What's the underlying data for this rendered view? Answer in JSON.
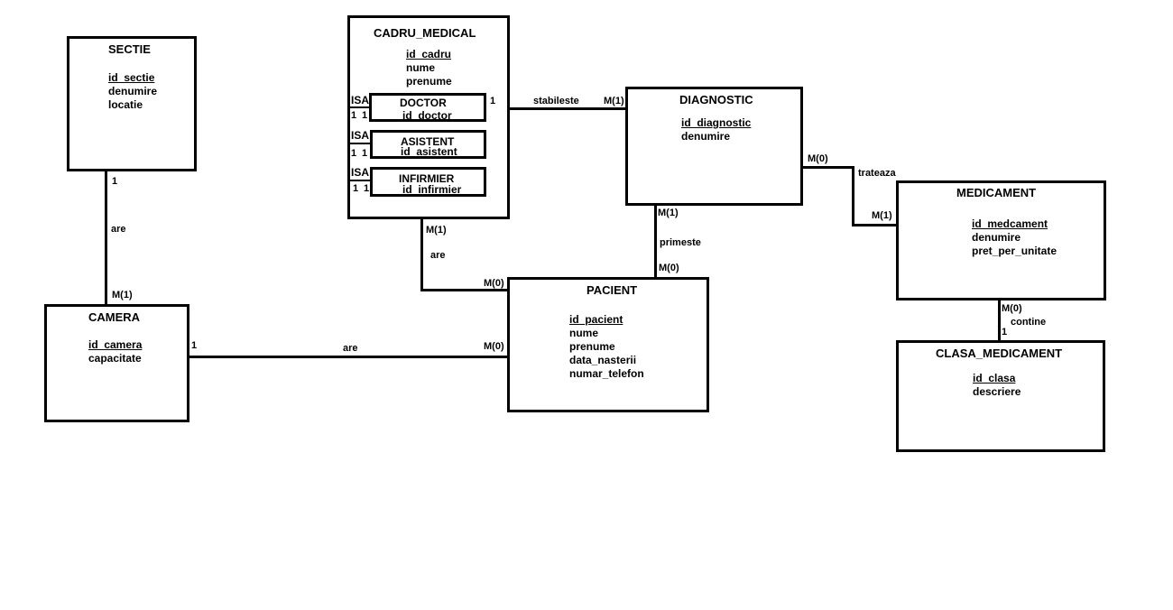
{
  "entities": {
    "sectie": {
      "name": "SECTIE",
      "pk": "id_sectie",
      "attrs": [
        "denumire",
        "locatie"
      ]
    },
    "cadru_medical": {
      "name": "CADRU_MEDICAL",
      "pk": "id_cadru",
      "attrs": [
        "nume",
        "prenume"
      ]
    },
    "diagnostic": {
      "name": "DIAGNOSTIC",
      "pk": "id_diagnostic",
      "attrs": [
        "denumire"
      ]
    },
    "medicament": {
      "name": "MEDICAMENT",
      "pk": "id_medcament",
      "attrs": [
        "denumire",
        "pret_per_unitate"
      ]
    },
    "camera": {
      "name": "CAMERA",
      "pk": "id_camera",
      "attrs": [
        "capacitate"
      ]
    },
    "pacient": {
      "name": "PACIENT",
      "pk": "id_pacient",
      "attrs": [
        "nume",
        "prenume",
        "data_nasterii",
        "numar_telefon"
      ]
    },
    "clasa_medicament": {
      "name": "CLASA_MEDICAMENT",
      "pk": "id_clasa",
      "attrs": [
        "descriere"
      ]
    }
  },
  "subtypes": [
    {
      "name": "DOCTOR",
      "pk": "id_doctor",
      "isa": "ISA",
      "card": [
        "1",
        "1"
      ]
    },
    {
      "name": "ASISTENT",
      "pk": "id_asistent",
      "isa": "ISA",
      "card": [
        "1",
        "1"
      ]
    },
    {
      "name": "INFIRMIER",
      "pk": "id_infirmier",
      "isa": "ISA",
      "card": [
        "1",
        "1"
      ]
    }
  ],
  "relations": {
    "sectie_camera": {
      "label": "are",
      "card_a": "1",
      "card_b": "M(1)"
    },
    "doctor_diagnostic": {
      "label": "stabileste",
      "card_a": "1",
      "card_b": "M(1)"
    },
    "diagnostic_medicament": {
      "label": "trateaza",
      "card_a": "M(0)",
      "card_b": "M(1)"
    },
    "cadru_pacient": {
      "label": "are",
      "card_a": "M(1)",
      "card_b": "M(0)"
    },
    "diagnostic_pacient": {
      "label": "primeste",
      "card_a": "M(1)",
      "card_b": "M(0)"
    },
    "camera_pacient": {
      "label": "are",
      "card_a": "1",
      "card_b": "M(0)"
    },
    "medicament_clasa": {
      "label": "contine",
      "card_a": "M(0)",
      "card_b": "1"
    }
  }
}
